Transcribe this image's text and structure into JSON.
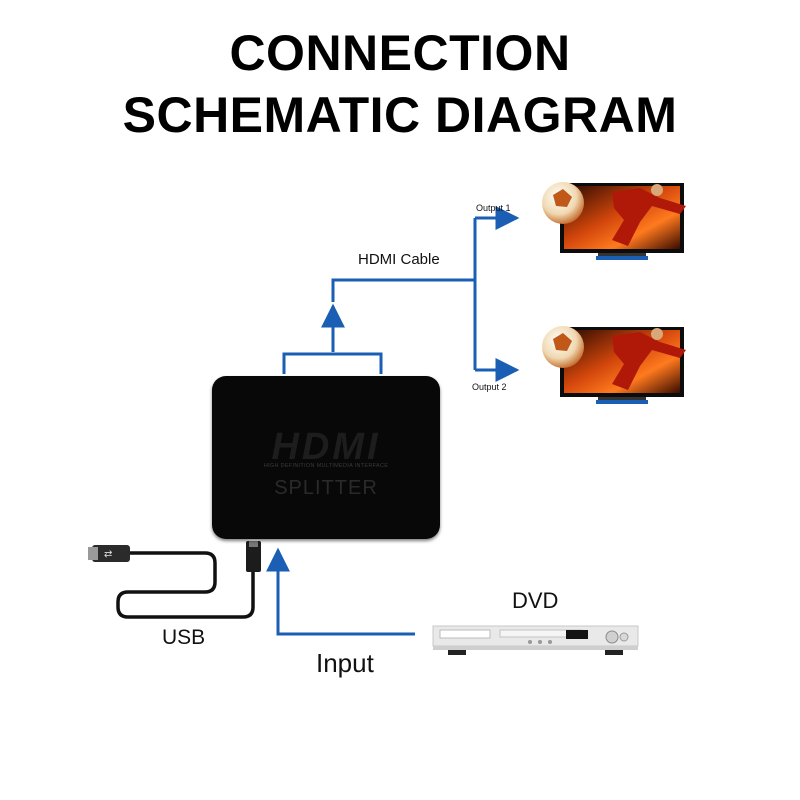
{
  "title": {
    "line1": "CONNECTION",
    "line2": "SCHEMATIC DIAGRAM"
  },
  "labels": {
    "hdmi_cable": "HDMI Cable",
    "output1": "Output 1",
    "output2": "Output 2",
    "dvd": "DVD",
    "usb": "USB",
    "input": "Input"
  },
  "splitter": {
    "brand": "HDMI",
    "tagline": "HIGH DEFINITION MULTIMEDIA INTERFACE",
    "model": "SPLITTER"
  },
  "colors": {
    "arrow": "#1a5fb4",
    "device": "#080808"
  },
  "icons": [
    "tv-icon",
    "dvd-player-icon",
    "usb-cable-icon",
    "arrow-icon"
  ]
}
